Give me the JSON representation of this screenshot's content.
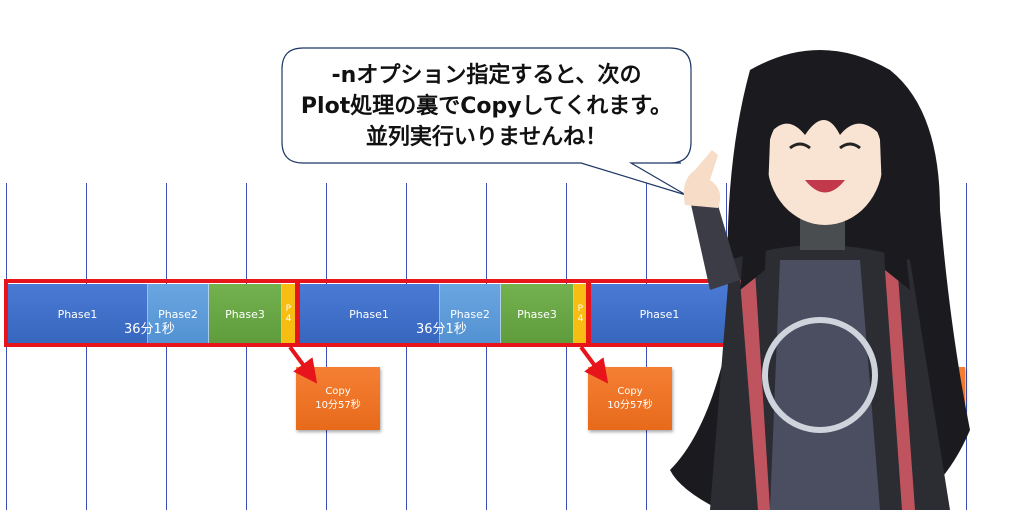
{
  "timeline": {
    "row1": {
      "phase1": "Phase1",
      "phase2": "Phase2",
      "phase3": "Phase3",
      "phase4": "P\n4",
      "duration": "36分1秒"
    },
    "row2": {
      "phase1": "Phase1",
      "phase2": "Phase2",
      "phase3": "Phase3",
      "phase4": "P\n4",
      "duration": "36分1秒"
    },
    "row3": {
      "phase1": "Phase1"
    },
    "copy1": {
      "label": "Copy",
      "duration": "10分57秒"
    },
    "copy2": {
      "label": "Copy",
      "duration": "10分57秒"
    }
  },
  "speech": {
    "line1": "-nオプション指定すると、次の",
    "line2": "Plot処理の裏でCopyしてくれます。",
    "line3": "並列実行いりませんね！"
  },
  "colors": {
    "phase1": "#3f6fc9",
    "phase2": "#5b9bd5",
    "phase3": "#6aa84f",
    "phase4": "#ffc000",
    "copy": "#ed7d31",
    "highlight": "#e8141b",
    "gridline": "#3f4fb8"
  }
}
